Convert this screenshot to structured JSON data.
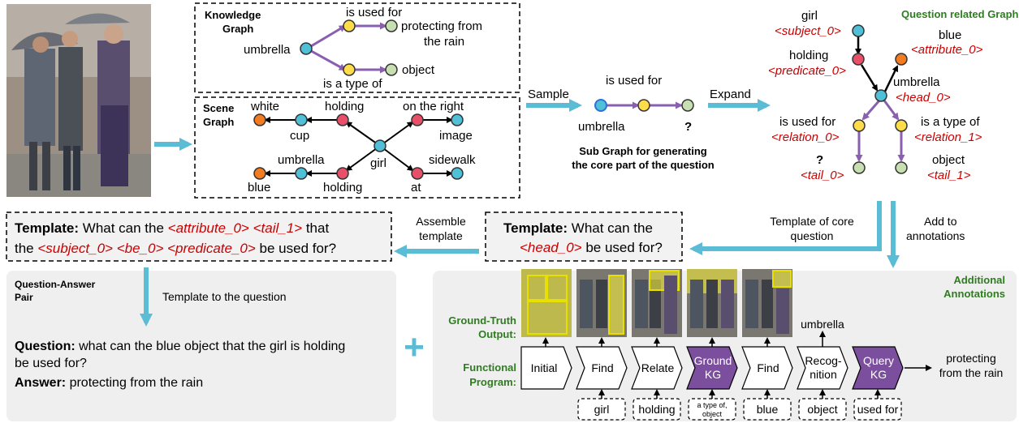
{
  "knowledge_graph": {
    "title": "Knowledge\nGraph",
    "nodes": [
      "umbrella",
      "protecting from\nthe rain",
      "object"
    ],
    "edges": [
      "is used for",
      "is a type of"
    ]
  },
  "scene_graph": {
    "title": "Scene\nGraph",
    "labels": [
      "white",
      "cup",
      "holding",
      "on the right",
      "image",
      "umbrella",
      "girl",
      "sidewalk",
      "blue",
      "holding",
      "at"
    ]
  },
  "sample_label": "Sample",
  "expand_label": "Expand",
  "subgraph": {
    "edge": "is used for",
    "left": "umbrella",
    "right": "?",
    "caption": "Sub Graph for generating\nthe core part of the question"
  },
  "qrg": {
    "title": "Question related Graph",
    "items": [
      {
        "label": "girl",
        "tag": "<subject_0>"
      },
      {
        "label": "blue",
        "tag": "<attribute_0>"
      },
      {
        "label": "holding",
        "tag": "<predicate_0>"
      },
      {
        "label": "umbrella",
        "tag": "<head_0>"
      },
      {
        "label": "is used for",
        "tag": "<relation_0>"
      },
      {
        "label": "is a type of",
        "tag": "<relation_1>"
      },
      {
        "label": "?",
        "tag": "<tail_0>"
      },
      {
        "label": "object",
        "tag": "<tail_1>"
      }
    ]
  },
  "template_core_label": "Template of core\nquestion",
  "add_annotations_label": "Add to\nannotations",
  "assemble_label": "Assemble\ntemplate",
  "template_full": {
    "prefix": "Template:",
    "l1a": " What can the ",
    "l1b": "<attribute_0> <tail_1>",
    "l1c": " that",
    "l2a": "the ",
    "l2b": "<subject_0> <be_0> <predicate_0>",
    "l2c": " be used for?"
  },
  "template_core": {
    "prefix": "Template:",
    "l1": " What can the",
    "l2a": "<head_0>",
    "l2b": " be used for?"
  },
  "qa": {
    "title": "Question-Answer\nPair",
    "arrow_label": "Template to the question",
    "question_prefix": "Question:",
    "question": " what can the blue object that the girl is holding\nbe used for?",
    "answer_prefix": "Answer:",
    "answer": " protecting from the rain"
  },
  "plus": "+",
  "annotations": {
    "title": "Additional\nAnnotations",
    "gt_label": "Ground-Truth\nOutput:",
    "fp_label": "Functional\nProgram:",
    "steps": [
      "Initial",
      "Find",
      "Relate",
      "Ground\nKG",
      "Find",
      "Recog-\nnition",
      "Query\nKG"
    ],
    "args": [
      "girl",
      "holding",
      "a type of,\nobject",
      "blue",
      "object",
      "used for"
    ],
    "umbrella_out": "umbrella",
    "final_out": "protecting\nfrom the rain"
  },
  "colors": {
    "purple_edge": "#8a5fb0",
    "node_yellow": "#ffdc4a",
    "node_green": "#c8dfb2",
    "node_blue": "#4fc0d8",
    "node_red": "#e8506a",
    "node_orange": "#f37b20",
    "arrow_blue": "#5bbcd6",
    "ground_purple": "#7b4f9d",
    "green_text": "#2e7d1e",
    "red_text": "#cc0000"
  }
}
